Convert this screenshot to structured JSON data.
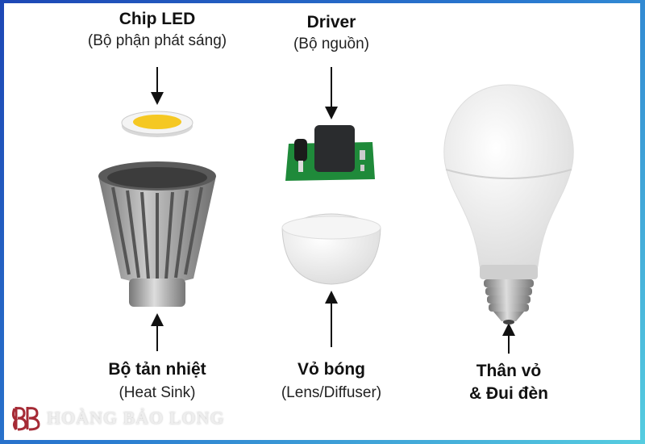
{
  "labels": {
    "chip": {
      "title": "Chip LED",
      "sub": "(Bộ phận phát sáng)"
    },
    "driver": {
      "title": "Driver",
      "sub": "(Bộ nguồn)"
    },
    "heatsink": {
      "title": "Bộ tản nhiệt",
      "sub": "(Heat Sink)"
    },
    "lens": {
      "title": "Vỏ bóng",
      "sub": "(Lens/Diffuser)"
    },
    "body": {
      "title_line1": "Thân vỏ",
      "title_line2": "& Đui đèn"
    }
  },
  "watermark": {
    "text": "HOÀNG BẢO LONG",
    "logo": "HB"
  },
  "colors": {
    "led": "#f5c823",
    "pcb": "#1f8a3a",
    "heatsink": "#9a9a9a",
    "frame": "#1d47b5"
  }
}
